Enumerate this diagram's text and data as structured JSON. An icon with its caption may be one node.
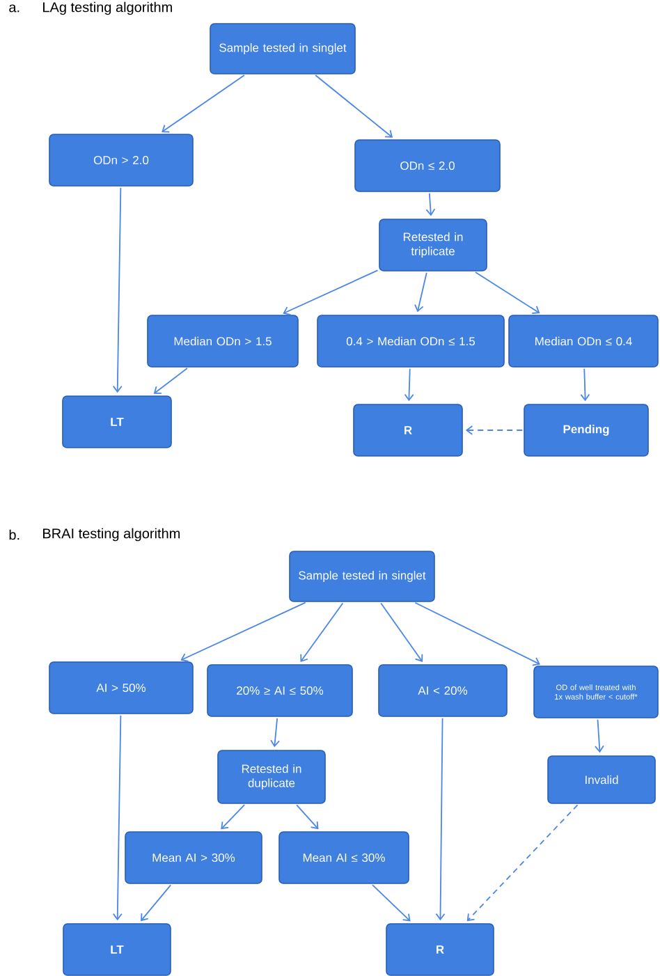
{
  "diagram": {
    "nodes": [
      {
        "text": [
          "Sample tested in singlet"
        ]
      },
      {
        "text": [
          "ODn > 2.0"
        ]
      },
      {
        "text": [
          "ODn ≤ 2.0"
        ]
      },
      {
        "text": [
          "Retested in triplicate"
        ]
      },
      {
        "text": [
          "Median ODn > 1.5"
        ]
      },
      {
        "text": [
          "0.4 > Median ODn ≤ 1.5"
        ]
      },
      {
        "text": [
          "Median ODn ≤ 0.4"
        ]
      },
      {
        "text": [
          "LT"
        ]
      },
      {
        "text": [
          "R"
        ]
      },
      {
        "text": [
          "Pending"
        ]
      },
      {
        "text": [
          "Sample tested in singlet"
        ]
      },
      {
        "text": [
          "AI > 50%"
        ]
      },
      {
        "text": [
          "20% ≥ AI ≤ 50%"
        ]
      },
      {
        "text": [
          "AI < 20%"
        ]
      },
      {
        "text": [
          "OD of well treated with 1x wash buffer < cutoff*"
        ]
      },
      {
        "text": [
          "Invalid"
        ]
      },
      {
        "text": [
          "Retested in duplicate"
        ]
      },
      {
        "text": [
          "Mean AI > 30%"
        ]
      },
      {
        "text": [
          "Mean AI ≤ 30%"
        ]
      },
      {
        "text": [
          "LT"
        ]
      },
      {
        "text": [
          "R"
        ]
      }
    ],
    "edges": [
      {
        "from": 0,
        "to": 1,
        "arrow": "to"
      },
      {
        "from": 0,
        "to": 2,
        "arrow": "to"
      },
      {
        "from": 1,
        "to": 7,
        "arrow": "to"
      },
      {
        "from": 2,
        "to": 3,
        "arrow": "to"
      },
      {
        "from": 3,
        "to": 4,
        "arrow": "to"
      },
      {
        "from": 3,
        "to": 5,
        "arrow": "to"
      },
      {
        "from": 3,
        "to": 6,
        "arrow": "to"
      },
      {
        "from": 4,
        "to": 7,
        "arrow": "to"
      },
      {
        "from": 5,
        "to": 8,
        "arrow": "to"
      },
      {
        "from": 6,
        "to": 9,
        "arrow": "to"
      },
      {
        "from": 9,
        "to": 8,
        "arrow": "to",
        "style": "dashed"
      },
      {
        "from": 10,
        "to": 11,
        "arrow": "to"
      },
      {
        "from": 10,
        "to": 12,
        "arrow": "to"
      },
      {
        "from": 10,
        "to": 13,
        "arrow": "to"
      },
      {
        "from": 10,
        "to": 14,
        "arrow": "to"
      },
      {
        "from": 11,
        "to": 19,
        "arrow": "to"
      },
      {
        "from": 12,
        "to": 16,
        "arrow": "to"
      },
      {
        "from": 16,
        "to": 17,
        "arrow": "to"
      },
      {
        "from": 16,
        "to": 18,
        "arrow": "to"
      },
      {
        "from": 17,
        "to": 19,
        "arrow": "to"
      },
      {
        "from": 18,
        "to": 20,
        "arrow": "to"
      },
      {
        "from": 13,
        "to": 20,
        "arrow": "to"
      },
      {
        "from": 14,
        "to": 15,
        "arrow": "to"
      },
      {
        "from": 15,
        "to": 20,
        "arrow": "to",
        "style": "dashed"
      }
    ],
    "labels": [
      "a.",
      "LAg testing algorithm",
      "b.",
      "BRAI testing algorithm"
    ]
  }
}
